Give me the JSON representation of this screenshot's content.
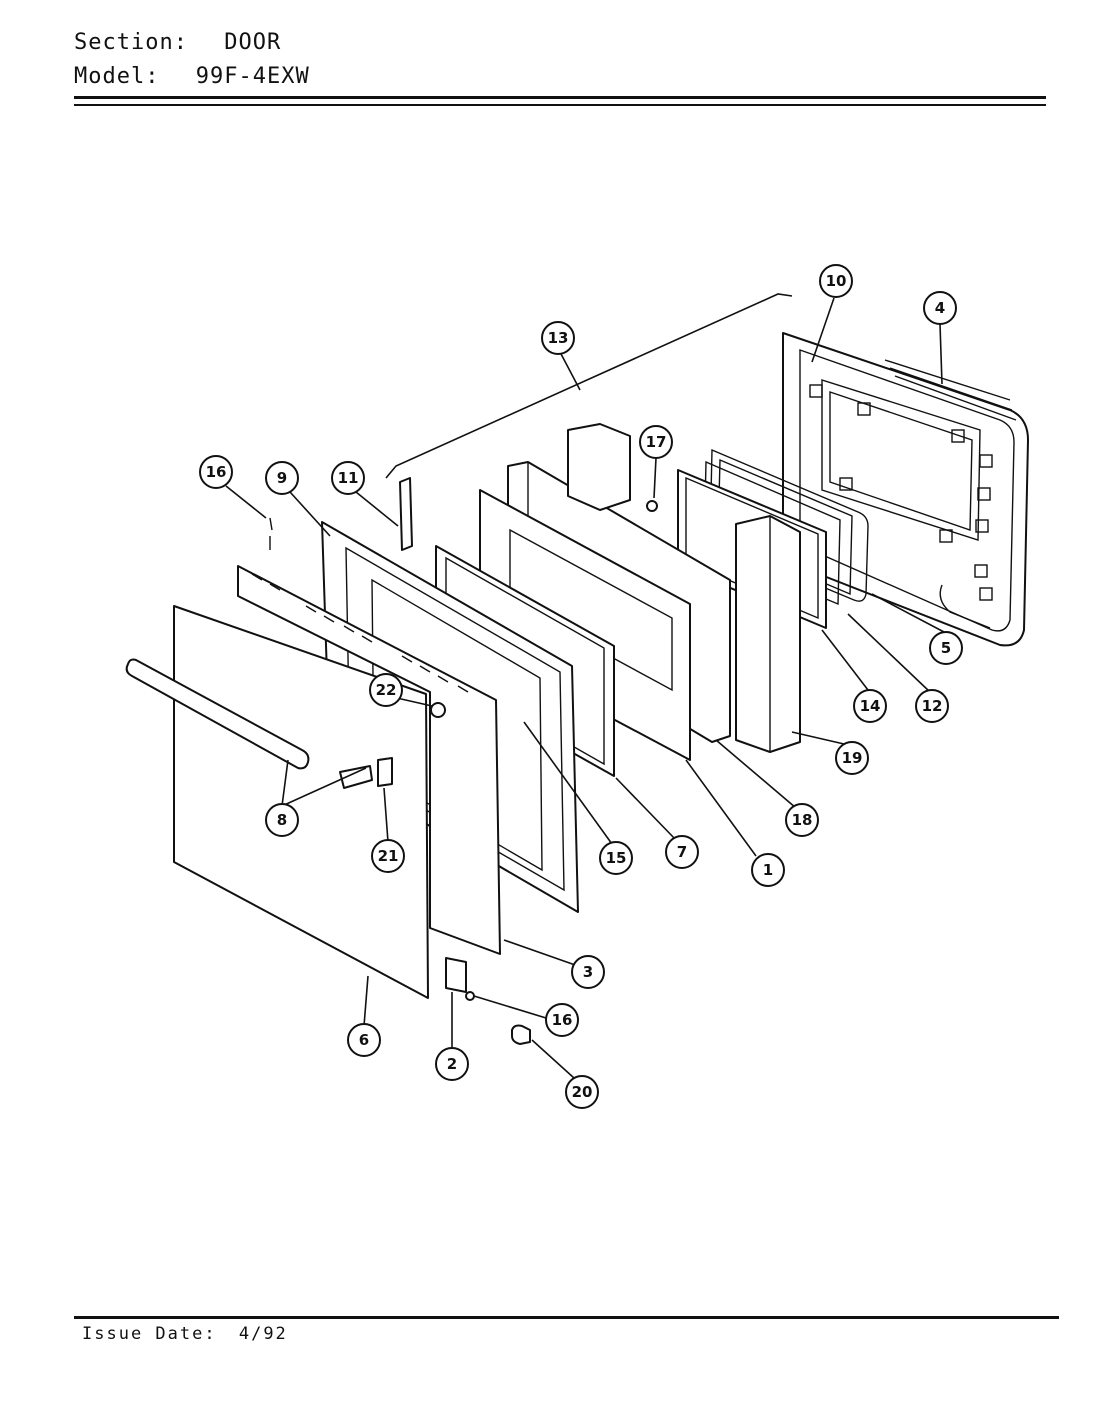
{
  "header": {
    "section_label": "Section:",
    "section_value": "DOOR",
    "model_label": "Model:",
    "model_value": "99F-4EXW"
  },
  "footer": {
    "issue_label": "Issue Date:",
    "issue_value": "4/92"
  },
  "callouts": [
    "1",
    "2",
    "3",
    "4",
    "5",
    "6",
    "7",
    "8",
    "9",
    "10",
    "11",
    "12",
    "13",
    "14",
    "15",
    "16",
    "17",
    "18",
    "19",
    "20",
    "21",
    "22"
  ]
}
